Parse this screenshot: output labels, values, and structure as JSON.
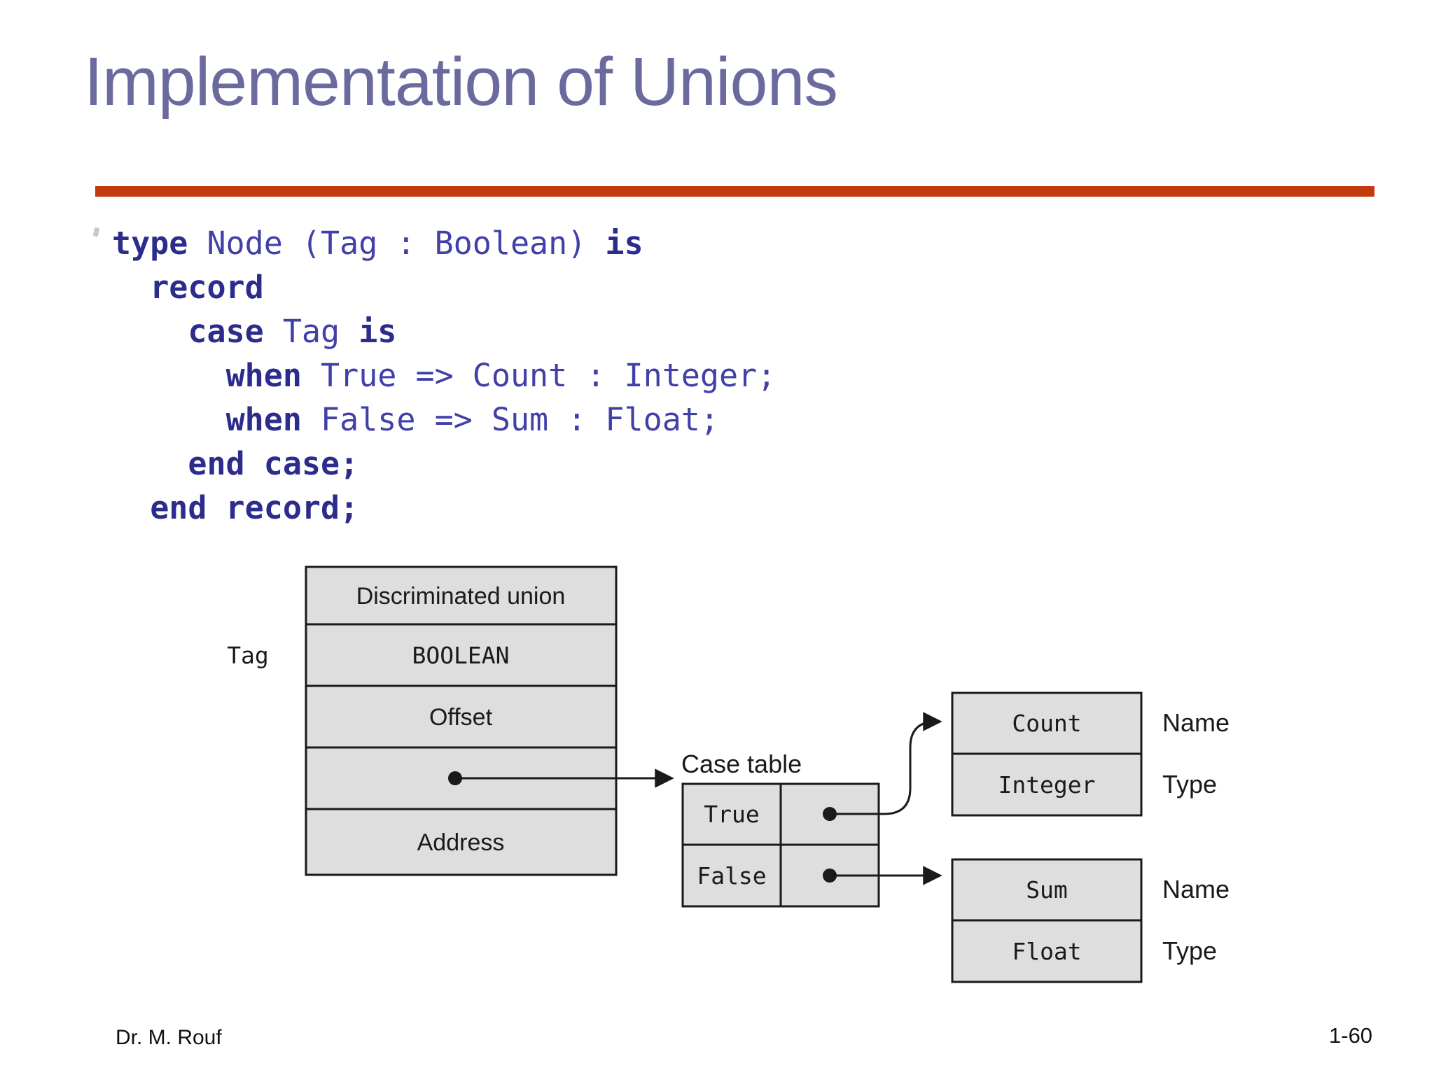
{
  "title": "Implementation of Unions",
  "footer": {
    "author": "Dr. M. Rouf",
    "page": "1-60"
  },
  "colors": {
    "title": "#6A6A9E",
    "rule": "#C43A0E",
    "code_regular": "#4040A8",
    "code_keyword": "#2C2C8C",
    "box_fill": "#DEDEDE",
    "line": "#1A1A1A"
  },
  "code": {
    "lines": [
      {
        "segments": [
          {
            "t": "type",
            "b": true
          },
          {
            "t": " Node (Tag : Boolean) ",
            "b": false
          },
          {
            "t": "is",
            "b": true
          }
        ]
      },
      {
        "segments": [
          {
            "t": "  ",
            "b": false
          },
          {
            "t": "record",
            "b": true
          }
        ]
      },
      {
        "segments": [
          {
            "t": "    ",
            "b": false
          },
          {
            "t": "case",
            "b": true
          },
          {
            "t": " Tag ",
            "b": false
          },
          {
            "t": "is",
            "b": true
          }
        ]
      },
      {
        "segments": [
          {
            "t": "      ",
            "b": false
          },
          {
            "t": "when",
            "b": true
          },
          {
            "t": " True => Count : Integer;",
            "b": false
          }
        ]
      },
      {
        "segments": [
          {
            "t": "      ",
            "b": false
          },
          {
            "t": "when",
            "b": true
          },
          {
            "t": " False => Sum : Float;",
            "b": false
          }
        ]
      },
      {
        "segments": [
          {
            "t": "    ",
            "b": false
          },
          {
            "t": "end case;",
            "b": true
          }
        ]
      },
      {
        "segments": [
          {
            "t": "  ",
            "b": false
          },
          {
            "t": "end record;",
            "b": true
          }
        ]
      }
    ]
  },
  "diagram": {
    "union": {
      "header": "Discriminated union",
      "tag_label": "Tag",
      "tag_type": "BOOLEAN",
      "offset": "Offset",
      "address": "Address"
    },
    "case_table": {
      "label": "Case table",
      "row_true": "True",
      "row_false": "False"
    },
    "variant_true": {
      "name": "Count",
      "type": "Integer"
    },
    "variant_false": {
      "name": "Sum",
      "type": "Float"
    },
    "name_label": "Name",
    "type_label": "Type"
  }
}
